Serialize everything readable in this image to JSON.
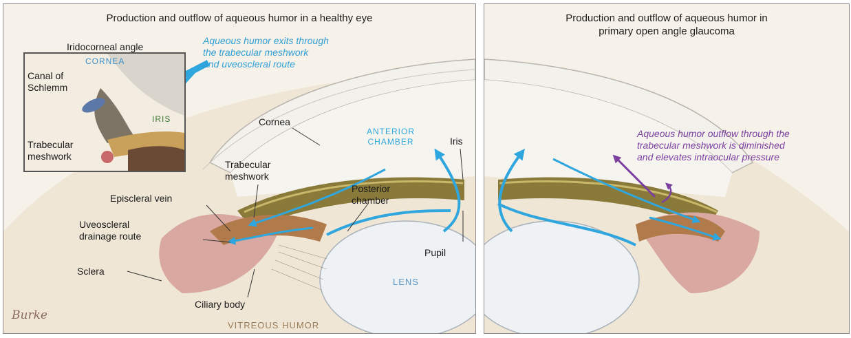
{
  "colors": {
    "flow_arrow": "#2fa6dd",
    "outflow_note": "#2f9fd6",
    "glaucoma_note": "#7b3fa0",
    "cornea_label": "#3d8fc9",
    "iris_label": "#3f7a3a",
    "lens_label": "#5a95c4",
    "vitreous_label": "#9a7c58"
  },
  "left_panel": {
    "title": "Production and outflow of aqueous humor in a healthy eye",
    "inset": {
      "title": "Iridocorneal angle",
      "cornea": "CORNEA",
      "iris": "IRIS",
      "canal": "Canal of\nSchlemm",
      "trabecular": "Trabecular\nmeshwork"
    },
    "note": "Aqueous humor exits through\nthe trabecular meshwork\nand uveoscleral route",
    "labels": {
      "cornea": "Cornea",
      "anterior_chamber": "ANTERIOR\nCHAMBER",
      "iris": "Iris",
      "trabecular": "Trabecular\nmeshwork",
      "posterior": "Posterior\nchamber",
      "episcleral": "Episcleral vein",
      "uveoscleral": "Uveoscleral\ndrainage route",
      "pupil": "Pupil",
      "sclera": "Sclera",
      "ciliary": "Ciliary body",
      "lens": "LENS",
      "vitreous": "VITREOUS HUMOR"
    },
    "signature": "Burke"
  },
  "right_panel": {
    "title": "Production and outflow of aqueous humor in\nprimary open angle glaucoma",
    "note": "Aqueous humor outflow through the\ntrabecular meshwork is diminished\nand elevates intraocular pressure"
  }
}
